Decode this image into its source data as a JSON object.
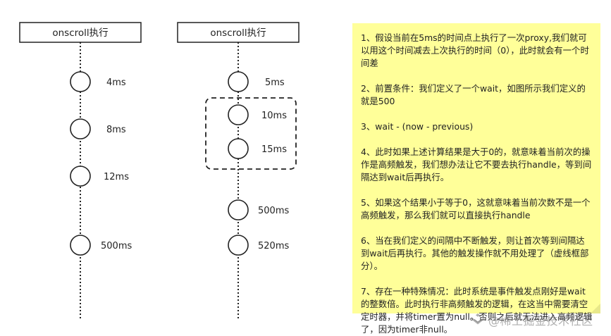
{
  "left_timeline": {
    "header": "onscroll执行",
    "events": [
      "4ms",
      "8ms",
      "12ms",
      "500ms"
    ]
  },
  "right_timeline": {
    "header": "onscroll执行",
    "events": [
      "5ms",
      "10ms",
      "15ms",
      "500ms",
      "520ms"
    ]
  },
  "note": {
    "paragraphs": [
      "1、假设当前在5ms的时间点上执行了一次proxy,我们就可以用这个时间减去上次执行的时间（0），此时就会有一个时间差",
      "2、前置条件：我们定义了一个wait，如图所示我们定义的就是500",
      "3、wait - (now - previous)",
      "4、此时如果上述计算结果是大于0的，就意味着当前次的操作是高频触发，我们想办法让它不要去执行handle，等到间隔达到wait后再执行。",
      "5、如果这个结果小于等于0，这就意味着当前次数不是一个高频触发，那么我们就可以直接执行handle",
      "6、当在我们定义的间隔中不断触发，则让首次等到间隔达到wait后再执行。其他的触发操作就不用处理了（虚线框部分）。",
      "7、存在一种特殊情况：此时系统是事件触发点刚好是wait的整数倍。此时执行非高频触发的逻辑，在这当中需要清空定时器，并将timer置为null。否则之后就无法进入高频逻辑了，因为timer非null。"
    ],
    "background": "#ffff99"
  },
  "watermark": "@稀土掘金技术社区"
}
